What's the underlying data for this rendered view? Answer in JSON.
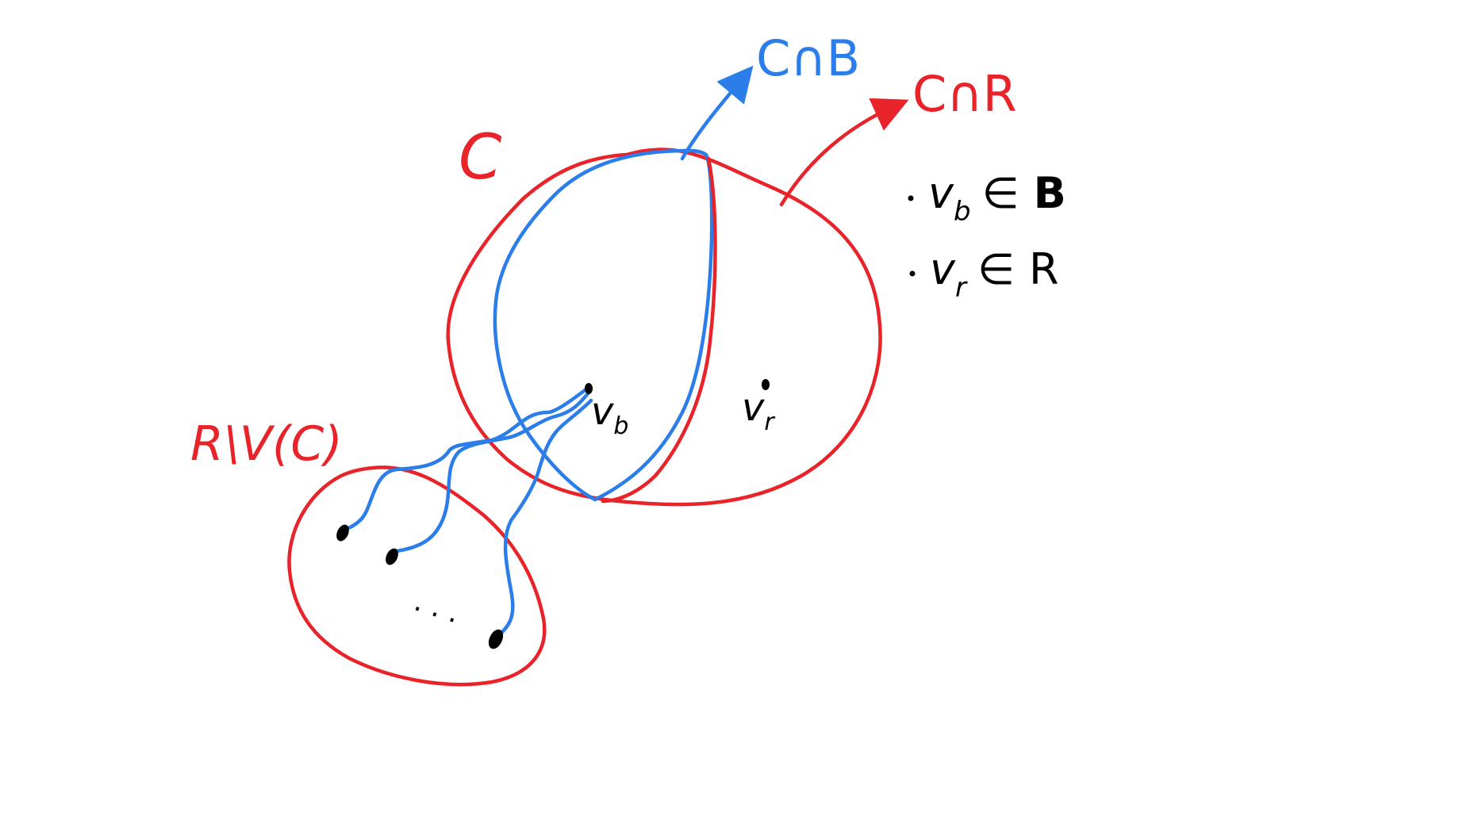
{
  "labels": {
    "c": "C",
    "c_cap_b": "C∩B",
    "c_cap_r": "C∩R",
    "r_minus_vc": "R\\V(C)",
    "vb_inside": "v",
    "vb_inside_sub": "b",
    "vr_inside": "v",
    "vr_inside_sub": "r",
    "ellipsis": ". . ."
  },
  "legend": {
    "items": [
      {
        "var": "v",
        "sub": "b",
        "rel": "∈",
        "set": "B"
      },
      {
        "var": "v",
        "sub": "r",
        "rel": "∈",
        "set": "R"
      }
    ]
  },
  "colors": {
    "red": "#e8232a",
    "blue": "#2b7de9",
    "black": "#000000"
  }
}
